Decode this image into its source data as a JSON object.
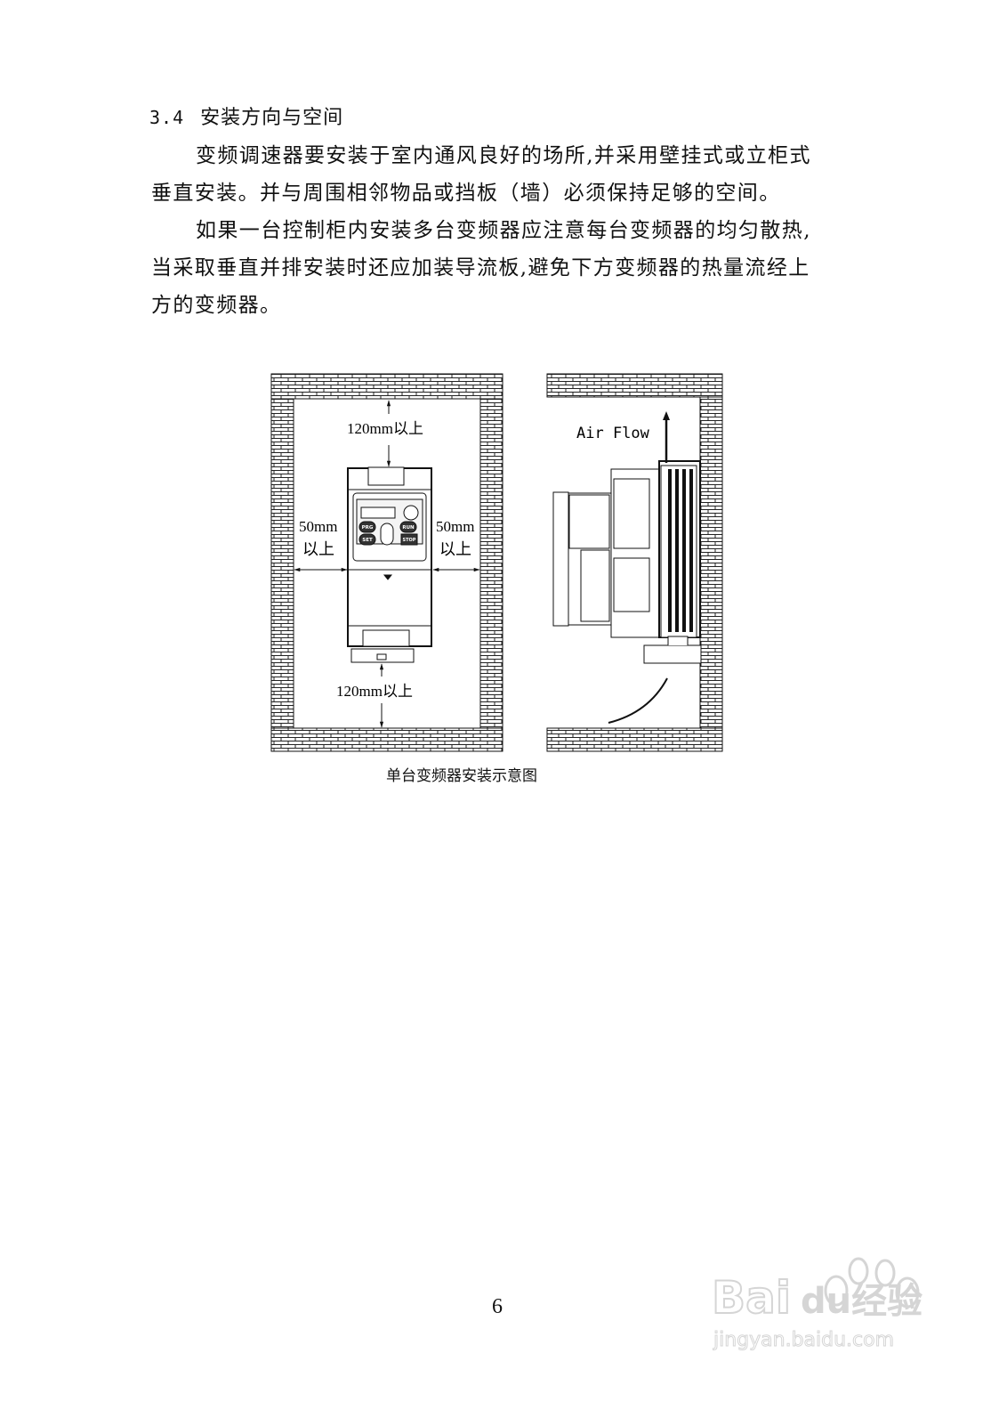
{
  "section": {
    "number": "3.4",
    "title": "安装方向与空间"
  },
  "paragraphs": [
    {
      "lines": [
        "变频调速器要安装于室内通风良好的场所,并采用壁挂式或立柜式",
        "垂直安装。并与周围相邻物品或挡板（墙）必须保持足够的空间。"
      ]
    },
    {
      "lines": [
        "如果一台控制柜内安装多台变频器应注意每台变频器的均匀散热,",
        "当采取垂直并排安装时还应加装导流板,避免下方变频器的热量流经上",
        "方的变频器。"
      ]
    }
  ],
  "figure": {
    "labels": {
      "top_clearance": "120mm以上",
      "bottom_clearance": "120mm以上",
      "left_clearance_value": "50mm",
      "left_clearance_suffix": "以上",
      "right_clearance_value": "50mm",
      "right_clearance_suffix": "以上",
      "air_flow": "Air Flow"
    },
    "keypad_buttons": [
      "PRG",
      "RUN",
      "SET",
      "STOP"
    ],
    "caption": "单台变频器安装示意图"
  },
  "page_number": "6",
  "watermark": {
    "brand": "Baidu经验",
    "url": "jingyan.baidu.com"
  }
}
